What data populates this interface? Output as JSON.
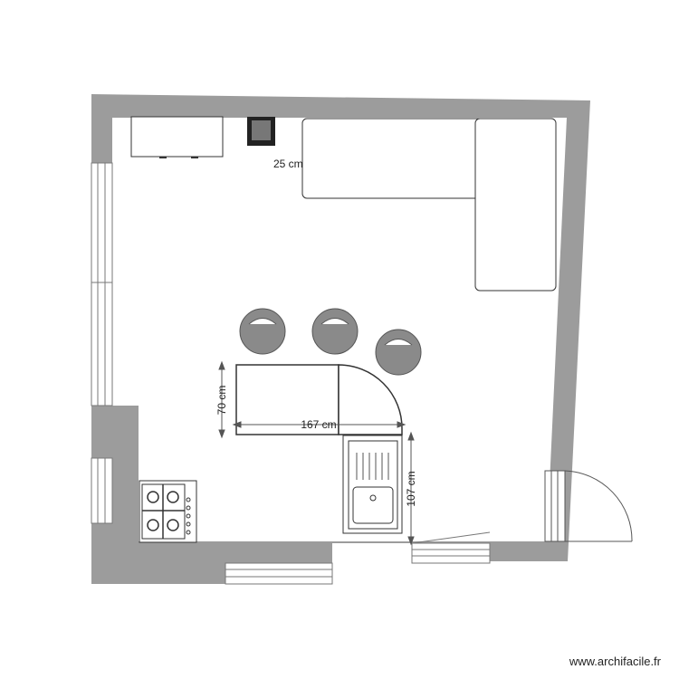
{
  "plan": {
    "dimensions": {
      "shelf_width": "25 cm",
      "counter_length": "167 cm",
      "counter_depth": "70 cm",
      "sink_length": "107 cm"
    },
    "colors": {
      "wall": "#9c9c9c",
      "stool": "#8a8a8a",
      "line": "#333333"
    }
  },
  "footer": {
    "watermark": "www.archifacile.fr"
  }
}
